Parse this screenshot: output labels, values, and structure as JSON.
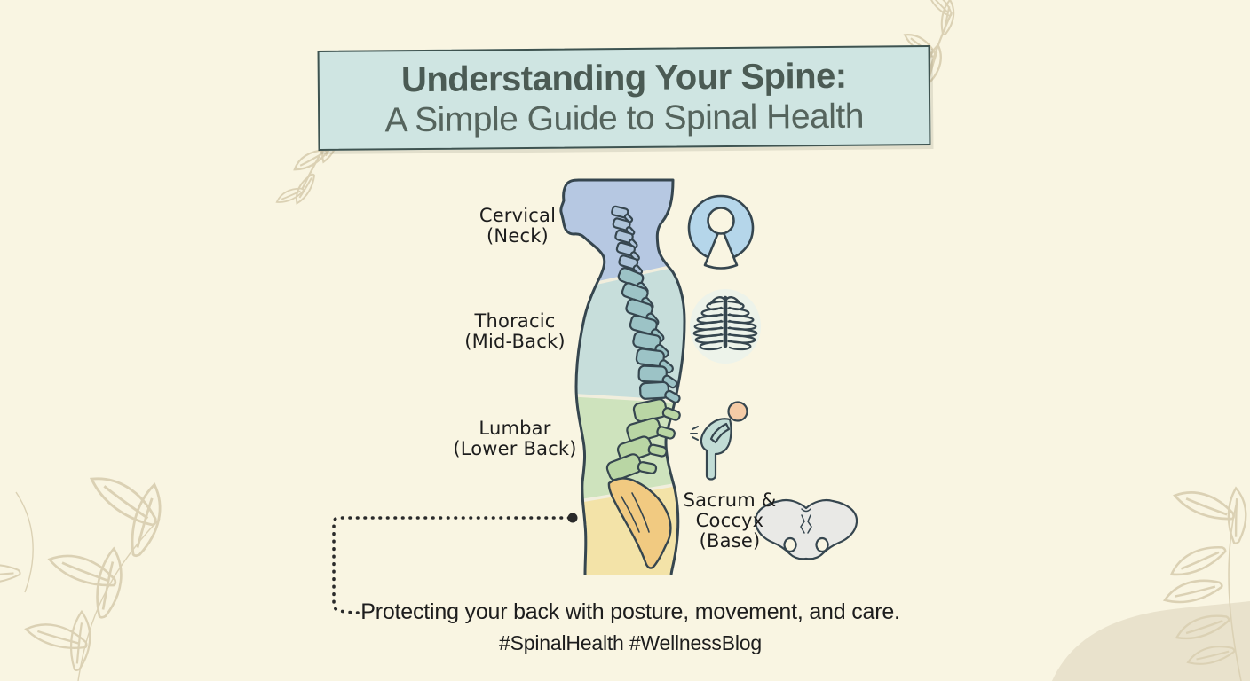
{
  "title": {
    "line1": "Understanding Your Spine:",
    "line2": "A Simple Guide to Spinal Health"
  },
  "spine_labels": {
    "cervical": {
      "line1": "Cervical",
      "line2": "(Neck)"
    },
    "thoracic": {
      "line1": "Thoracic",
      "line2": "(Mid-Back)"
    },
    "lumbar": {
      "line1": "Lumbar",
      "line2": "(Lower Back)"
    },
    "sacrum": {
      "line1": "Sacrum &",
      "line2": "Coccyx",
      "line3": "(Base)"
    }
  },
  "callout": {
    "line1": "Protecting your back with posture, movement, and care.",
    "line2": "#SpinalHealth #WellnessBlog"
  },
  "icons": {
    "neck_pillow": "neck-pillow-icon",
    "rib_cage": "rib-cage-icon",
    "back_pain_person": "back-pain-person-icon",
    "pelvis": "pelvis-icon"
  },
  "colors": {
    "background": "#f9f5e2",
    "banner_fill": "#cfe5e2",
    "banner_border": "#3e5350",
    "banner_text": "#4b5b54",
    "banner_text2": "#55645d",
    "label_text": "#1d1d1d",
    "outline": "#36464f",
    "band_cervical": "#b6c8e2",
    "band_thoracic": "#c7dedb",
    "band_lumbar": "#cee3bd",
    "band_sacrum": "#f3e3a8",
    "vert_cervical": "#aec4da",
    "vert_thoracic": "#9cc3c6",
    "vert_lumbar": "#b9d6a4",
    "vert_sacrum": "#f1ca81",
    "leaf": "#dbd1b4",
    "blob": "#e9e2cc",
    "pillow": "#b5d6ea",
    "person_body": "#c2ddd6",
    "person_head": "#f5cba6",
    "pelvis_fill": "#e9e9e6",
    "dotted": "#2a2a2a"
  }
}
